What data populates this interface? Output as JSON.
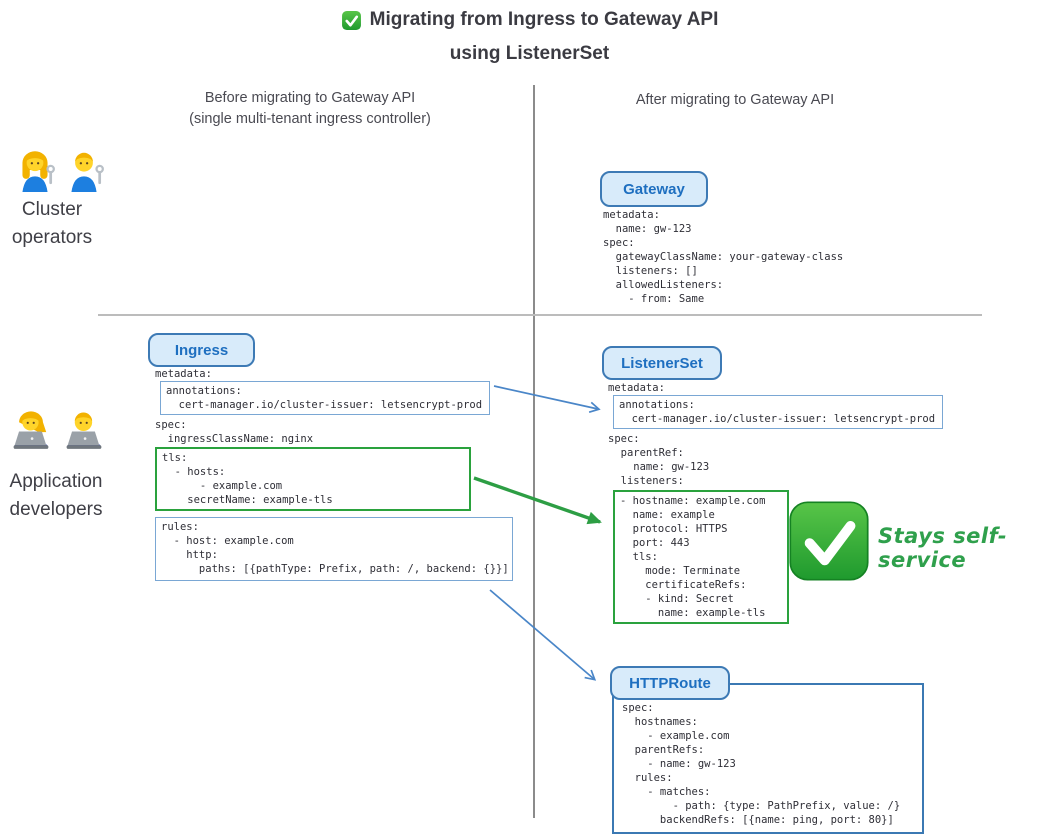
{
  "title": {
    "line1": "Migrating from Ingress to Gateway API",
    "line2": "using ListenerSet",
    "icon": "check-mark-button"
  },
  "columns": {
    "before": {
      "line1": "Before migrating to Gateway API",
      "line2": "(single multi-tenant ingress controller)"
    },
    "after": {
      "line1": "After migrating to Gateway API"
    }
  },
  "roles": {
    "cluster_operators": {
      "line1": "Cluster",
      "line2": "operators",
      "icons": [
        "woman-mechanic",
        "man-mechanic"
      ]
    },
    "application_developers": {
      "line1": "Application",
      "line2": "developers",
      "icons": [
        "woman-technologist",
        "man-technologist"
      ]
    }
  },
  "resources": {
    "gateway": {
      "label": "Gateway",
      "code": [
        "metadata:",
        "  name: gw-123",
        "spec:",
        "  gatewayClassName: your-gateway-class",
        "  listeners: []",
        "  allowedListeners:",
        "    - from: Same"
      ]
    },
    "ingress": {
      "label": "Ingress",
      "metadata_line": "metadata:",
      "annotations_box": [
        "annotations:",
        "  cert-manager.io/cluster-issuer: letsencrypt-prod"
      ],
      "spec_lines": [
        "spec:",
        "  ingressClassName: nginx"
      ],
      "tls_box": [
        "tls:",
        "  - hosts:",
        "      - example.com",
        "    secretName: example-tls"
      ],
      "rules_box": [
        "rules:",
        "  - host: example.com",
        "    http:",
        "      paths: [{pathType: Prefix, path: /, backend: {}}]"
      ]
    },
    "listenerset": {
      "label": "ListenerSet",
      "metadata_line": "metadata:",
      "annotations_box": [
        "annotations:",
        "  cert-manager.io/cluster-issuer: letsencrypt-prod"
      ],
      "spec_lines": [
        "spec:",
        "  parentRef:",
        "    name: gw-123",
        "  listeners:"
      ],
      "listeners_box": [
        "- hostname: example.com",
        "  name: example",
        "  protocol: HTTPS",
        "  port: 443",
        "  tls:",
        "    mode: Terminate",
        "    certificateRefs:",
        "    - kind: Secret",
        "      name: example-tls"
      ]
    },
    "httproute": {
      "label": "HTTPRoute",
      "code": [
        "spec:",
        "  hostnames:",
        "    - example.com",
        "  parentRefs:",
        "    - name: gw-123",
        "  rules:",
        "    - matches:",
        "        - path: {type: PathPrefix, value: /}",
        "      backendRefs: [{name: ping, port: 80}]"
      ]
    }
  },
  "annotations": {
    "stays_self_service": "Stays self-service"
  },
  "colors": {
    "chip_bg": "#d8ebfa",
    "chip_border": "#3d7ab5",
    "chip_text": "#1e6fc0",
    "box_blue": "#7aa7d4",
    "box_green": "#2aa23d",
    "arrow_blue": "#4a86c8",
    "arrow_green": "#2d9e44",
    "note_green": "#2fa04c",
    "check_green": "#27a02e"
  }
}
